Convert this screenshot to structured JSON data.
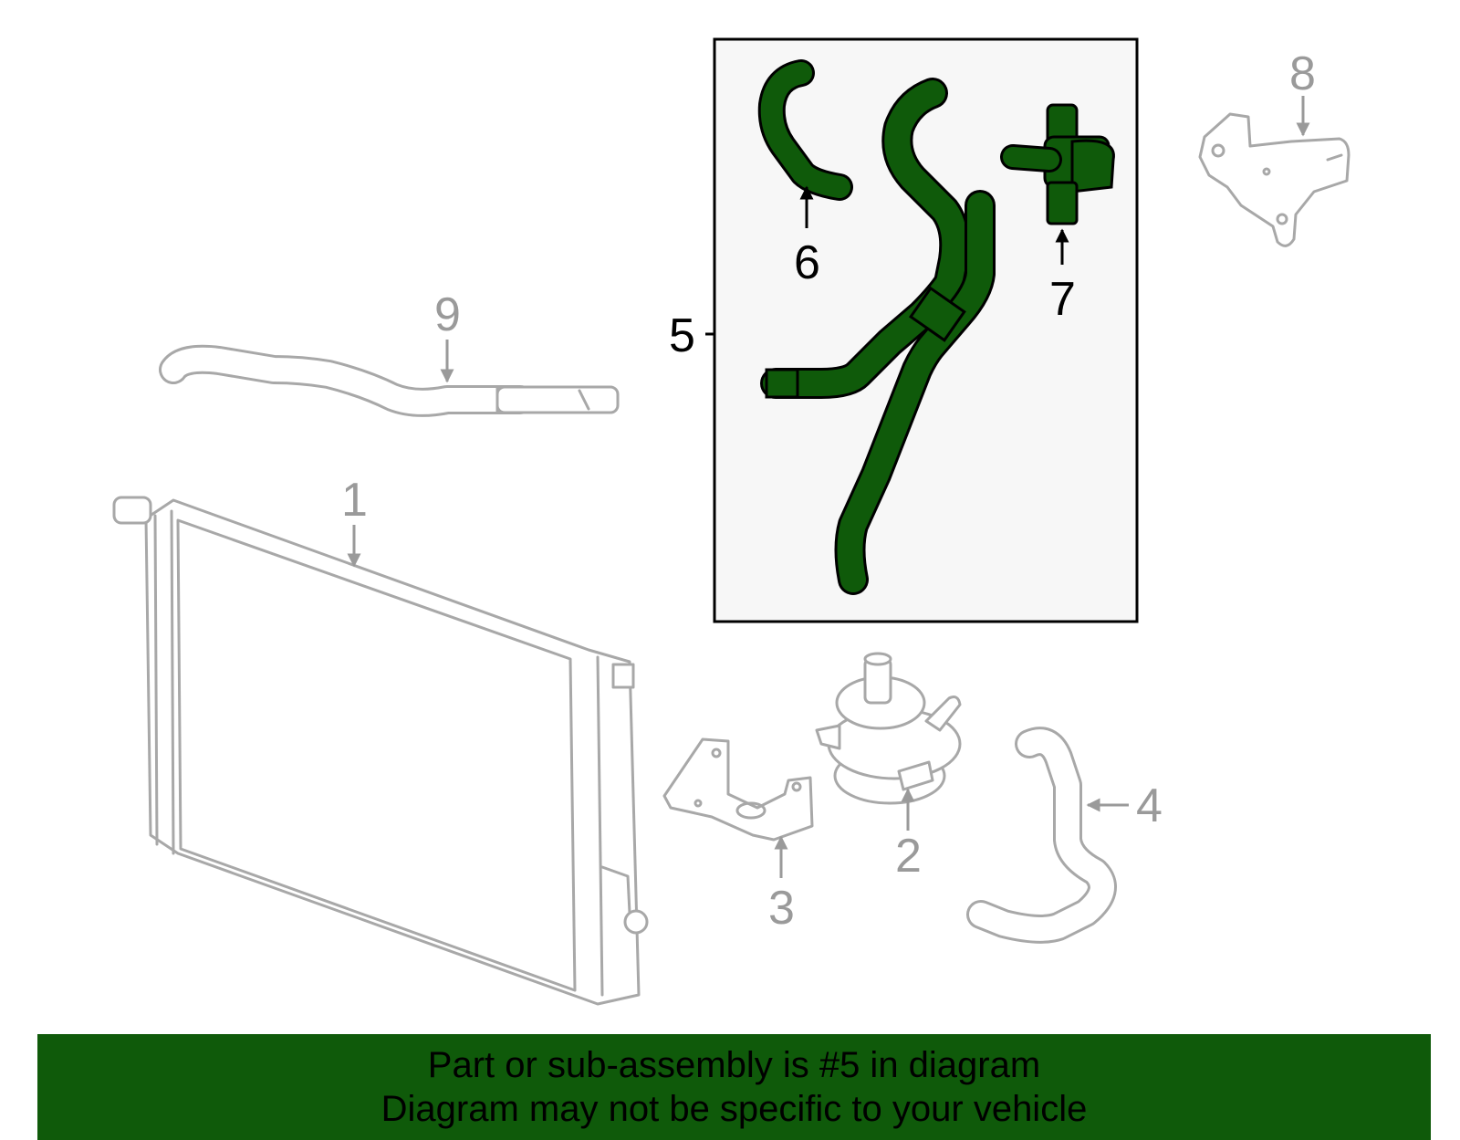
{
  "colors": {
    "highlight_part": "#0f5a0a",
    "highlight_box_bg": "#f7f7f7",
    "other_parts": "#a8a8a8",
    "callout_gray": "#9a9a9a",
    "banner_bg": "#0f5a0a",
    "banner_text": "#000000"
  },
  "callouts": {
    "c1": "1",
    "c2": "2",
    "c3": "3",
    "c4": "4",
    "c5": "5",
    "c6": "6",
    "c7": "7",
    "c8": "8",
    "c9": "9"
  },
  "highlighted_callout": "5",
  "banner": {
    "line1": "Part or sub-assembly is #5 in diagram",
    "line2": "Diagram may not be specific to your vehicle"
  }
}
